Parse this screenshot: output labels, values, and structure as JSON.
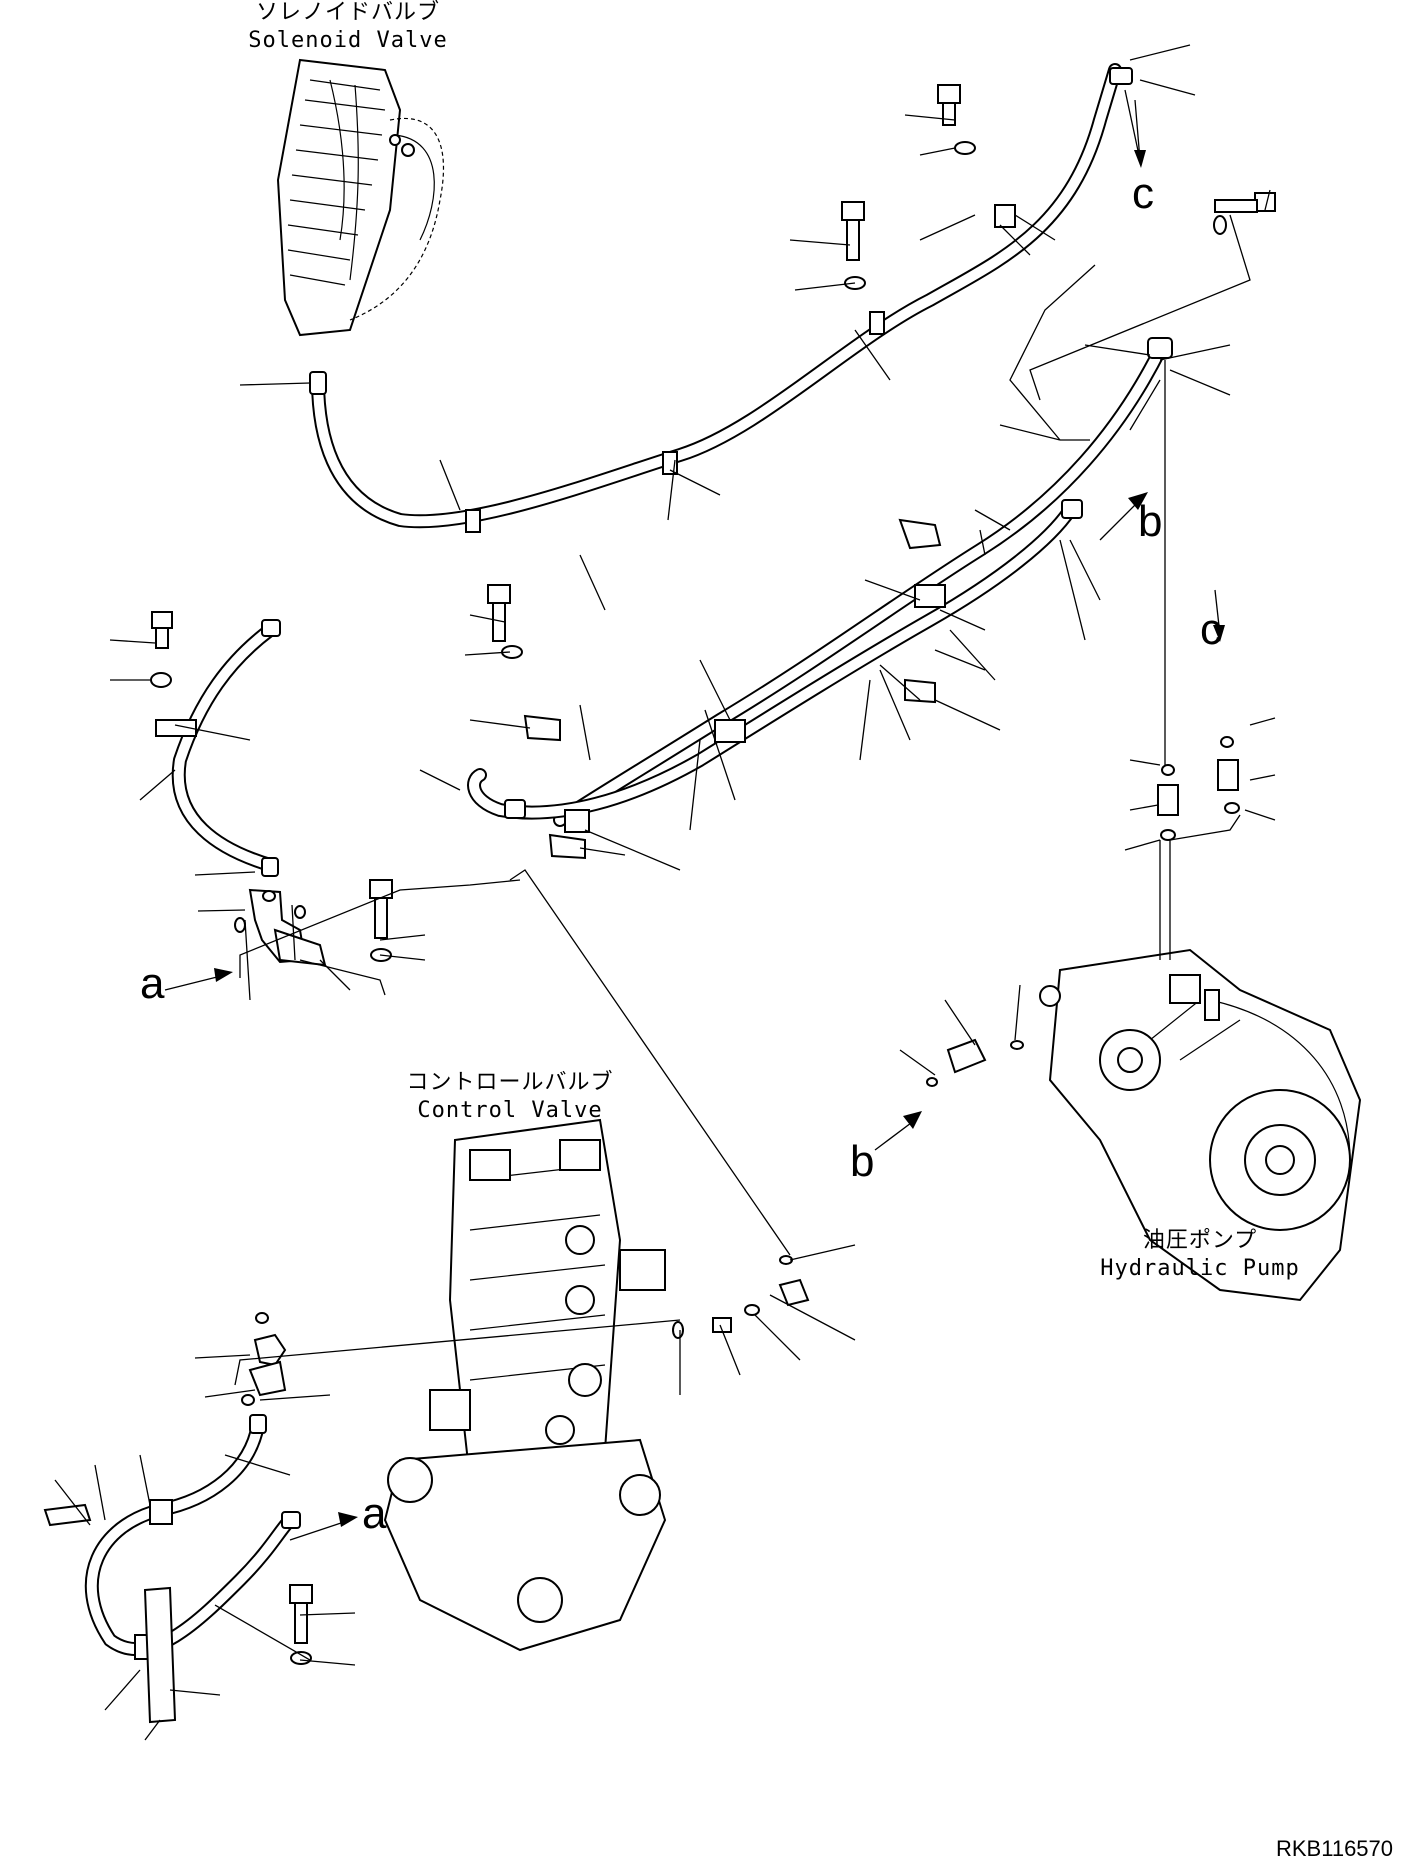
{
  "labels": {
    "solenoid_valve_jp": "ソレノイドバルブ",
    "solenoid_valve_en": "Solenoid Valve",
    "control_valve_jp": "コントロールバルブ",
    "control_valve_en": "Control Valve",
    "hydraulic_pump_jp": "油圧ポンプ",
    "hydraulic_pump_en": "Hydraulic Pump"
  },
  "connection_letters": {
    "c_top": "c",
    "c_right": "c",
    "b_top": "b",
    "b_bottom": "b",
    "a_left": "a",
    "a_bottom": "a"
  },
  "drawing_code": "RKB116570"
}
